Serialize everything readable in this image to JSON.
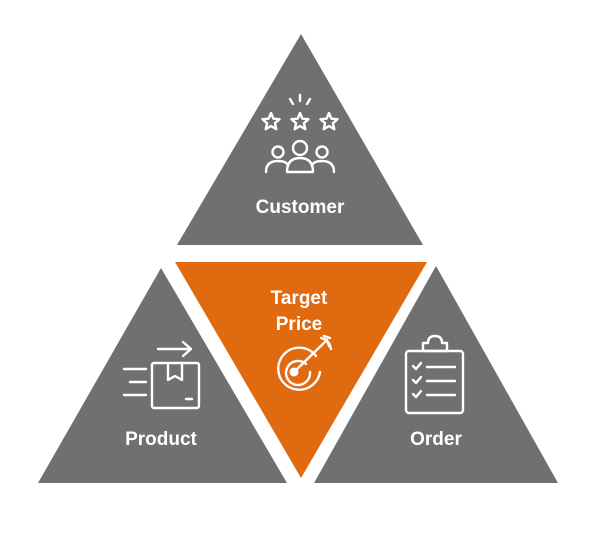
{
  "colors": {
    "gray": "#6f7072",
    "orange": "#e06a10",
    "white": "#ffffff"
  },
  "segments": {
    "top": {
      "label": "Customer",
      "icon": "customer-stars-icon"
    },
    "center": {
      "label_line1": "Target",
      "label_line2": "Price",
      "icon": "target-dart-icon"
    },
    "left": {
      "label": "Product",
      "icon": "product-box-arrow-icon"
    },
    "right": {
      "label": "Order",
      "icon": "clipboard-checklist-icon"
    }
  }
}
